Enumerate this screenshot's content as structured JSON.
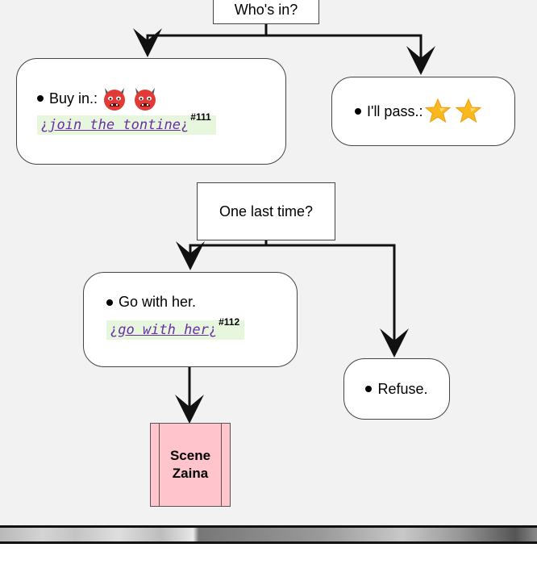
{
  "decision1": {
    "label": "Who's in?"
  },
  "option_buy": {
    "label": "Buy in.:",
    "link": "join the tontine",
    "open_mark": "¿",
    "close_mark": "¿",
    "tag": "#111",
    "emoji": "devil-face-icon"
  },
  "option_pass": {
    "label": "I'll pass.:",
    "emoji": "star-icon"
  },
  "decision2": {
    "label": "One last time?"
  },
  "option_go": {
    "label": "Go with her.",
    "link": "go with her",
    "open_mark": "¿",
    "close_mark": "¿",
    "tag": "#112"
  },
  "option_refuse": {
    "label": "Refuse."
  },
  "scene": {
    "line1": "Scene",
    "line2": "Zaina"
  },
  "colors": {
    "background": "#f2f2f2",
    "link": "#6a2ea6",
    "link_bg": "#e7f7de",
    "scene_fill": "#ffc4cc"
  }
}
